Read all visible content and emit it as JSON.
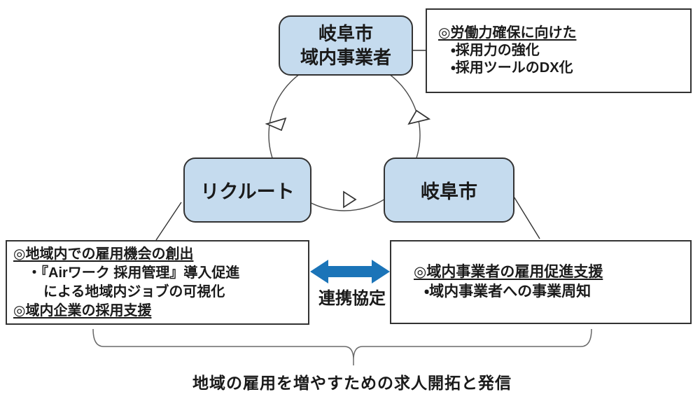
{
  "colors": {
    "node_fill": "#c5dbee",
    "node_border": "#333333",
    "arrow_blue": "#1b74b8",
    "line": "#3a3a3a"
  },
  "icons": {
    "cycle_arrowhead": "hollow-triangle",
    "partnership_arrow": "double-headed-horizontal-arrow",
    "brace": "downward-curly-brace"
  },
  "nodes": {
    "top": {
      "label_line1": "岐阜市",
      "label_line2": "域内事業者"
    },
    "left": {
      "label": "リクルート"
    },
    "right": {
      "label": "岐阜市"
    }
  },
  "callouts": {
    "top_right": {
      "heading": "◎労働力確保に向けた",
      "items": [
        "・採用力の強化",
        "・採用ツールのDX化"
      ]
    },
    "bottom_left": {
      "heading": "◎地域内での雇用機会の創出",
      "item1": "・『Airワーク 採用管理』導入促進",
      "item1_cont": "による地域内ジョブの可視化",
      "heading2": "◎域内企業の採用支援"
    },
    "bottom_right": {
      "heading": "◎域内事業者の雇用促進支援",
      "item1": "・域内事業者への事業周知"
    }
  },
  "partnership": {
    "label": "連携協定"
  },
  "caption": {
    "text": "地域の雇用を増やすための求人開拓と発信"
  }
}
